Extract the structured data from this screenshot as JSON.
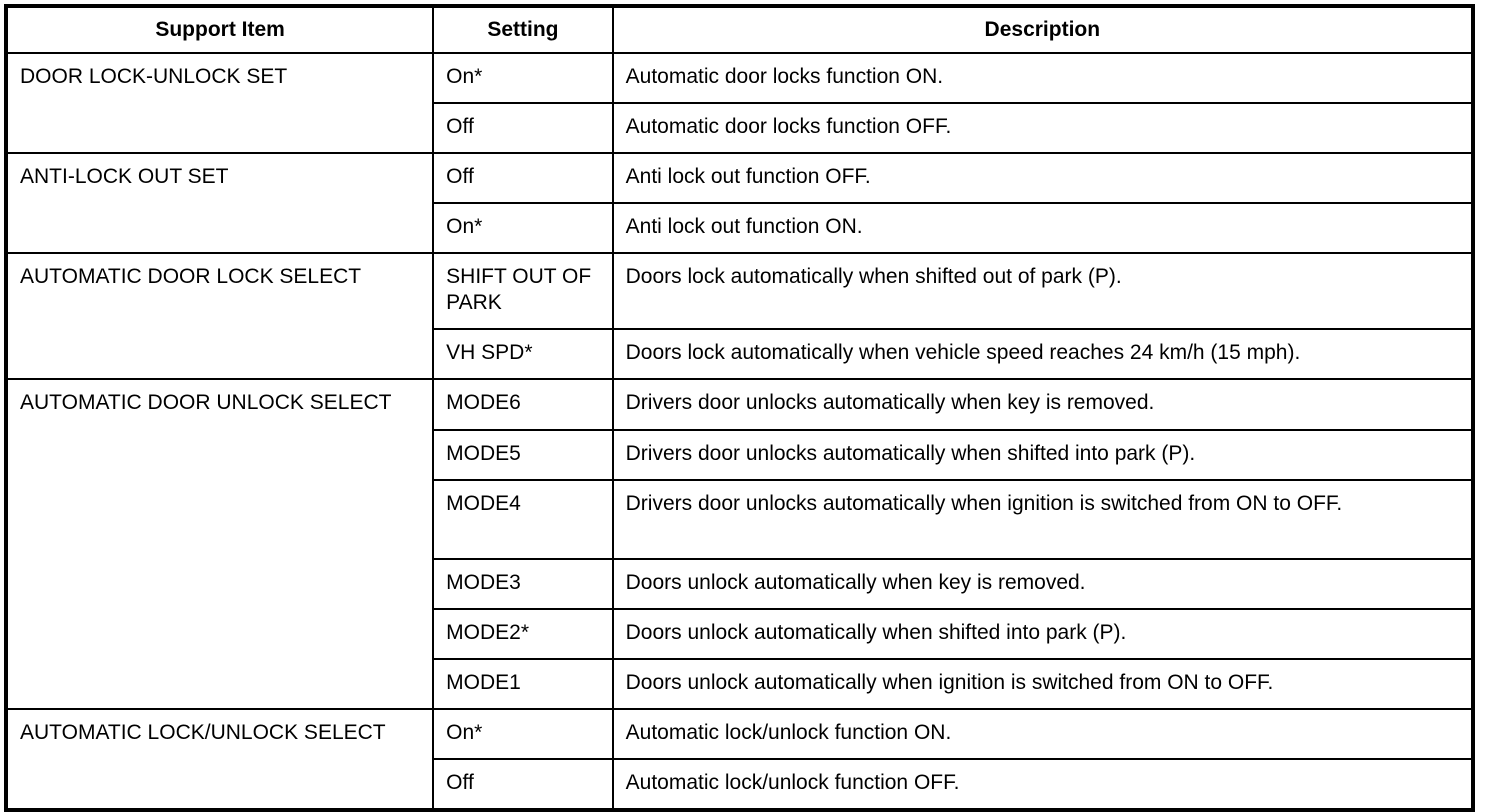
{
  "table": {
    "headers": {
      "support_item": "Support Item",
      "setting": "Setting",
      "description": "Description"
    },
    "groups": [
      {
        "item": "DOOR LOCK-UNLOCK SET",
        "rows": [
          {
            "setting": "On*",
            "description": "Automatic door locks function ON."
          },
          {
            "setting": "Off",
            "description": "Automatic door locks function OFF."
          }
        ]
      },
      {
        "item": "ANTI-LOCK OUT SET",
        "rows": [
          {
            "setting": "Off",
            "description": "Anti lock out function OFF."
          },
          {
            "setting": "On*",
            "description": "Anti lock out function ON."
          }
        ]
      },
      {
        "item": "AUTOMATIC DOOR LOCK SELECT",
        "rows": [
          {
            "setting": "SHIFT OUT OF PARK",
            "description": "Doors lock automatically when shifted out of park (P)."
          },
          {
            "setting": "VH SPD*",
            "description": "Doors lock automatically when vehicle speed reaches 24 km/h (15 mph)."
          }
        ]
      },
      {
        "item": "AUTOMATIC DOOR UNLOCK SELECT",
        "rows": [
          {
            "setting": "MODE6",
            "description": "Drivers door unlocks automatically when key is removed."
          },
          {
            "setting": "MODE5",
            "description": "Drivers door unlocks automatically when shifted into park (P)."
          },
          {
            "setting": "MODE4",
            "description": "Drivers door unlocks automatically when ignition is switched from ON to OFF."
          },
          {
            "setting": "MODE3",
            "description": "Doors unlock automatically when key is removed."
          },
          {
            "setting": "MODE2*",
            "description": "Doors unlock automatically when shifted into park (P)."
          },
          {
            "setting": "MODE1",
            "description": "Doors unlock automatically when ignition is switched from ON to OFF."
          }
        ]
      },
      {
        "item": "AUTOMATIC LOCK/UNLOCK SELECT",
        "rows": [
          {
            "setting": "On*",
            "description": "Automatic lock/unlock function ON."
          },
          {
            "setting": "Off",
            "description": "Automatic lock/unlock function OFF."
          }
        ]
      }
    ]
  }
}
